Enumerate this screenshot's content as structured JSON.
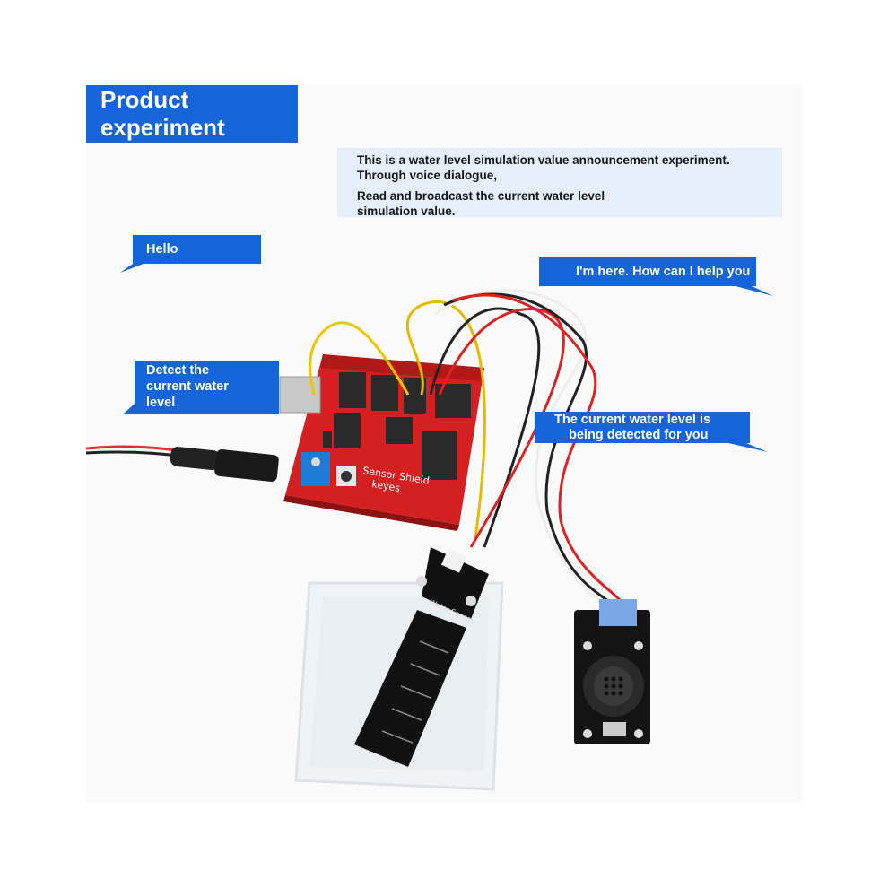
{
  "title": {
    "line1": "Product",
    "line2": "experiment"
  },
  "description": {
    "line1": "This is a water level simulation value announcement experiment.",
    "line2": "Through voice dialogue,",
    "line3": "Read and broadcast the current water level",
    "line4": "simulation value."
  },
  "bubbles": {
    "hello": "Hello",
    "reply": "I'm here. How can I help you",
    "detect": [
      "Detect the",
      "current water",
      "level"
    ],
    "detecting": [
      "The current water level is",
      "being detected for you"
    ]
  },
  "board_labels": {
    "shield": "Sensor Shield",
    "brand": "keyes",
    "sensor": "Water Sensor"
  },
  "colors": {
    "accent": "#1565d8",
    "description_bg": "#e4effb",
    "board_red": "#d42020",
    "sensor_black": "#111111"
  }
}
